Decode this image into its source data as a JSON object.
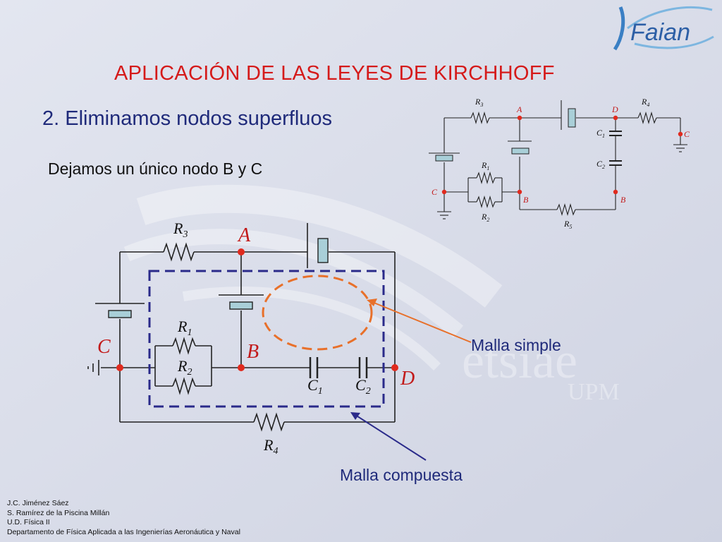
{
  "slide": {
    "title": "APLICACIÓN DE LAS LEYES DE KIRCHHOFF",
    "subtitle": "2. Eliminamos nodos superfluos",
    "lead": "Dejamos un único nodo B y C",
    "logo_text": "Faian",
    "watermark": {
      "line1": "etsiae",
      "line2": "UPM"
    }
  },
  "callouts": {
    "simple_mesh": "Malla simple",
    "compound_mesh": "Malla compuesta"
  },
  "credits": [
    "J.C. Jiménez Sáez",
    "S. Ramírez de la Piscina Millán",
    "U.D. Física II",
    "Departamento de Física Aplicada a las Ingenierías Aeronáutica y Naval"
  ],
  "main_circuit": {
    "nodes": {
      "a": "A",
      "b": "B",
      "c": "C",
      "d": "D"
    },
    "components": {
      "r1": {
        "letter": "R",
        "sub": "1"
      },
      "r2": {
        "letter": "R",
        "sub": "2"
      },
      "r3": {
        "letter": "R",
        "sub": "3"
      },
      "r4": {
        "letter": "R",
        "sub": "4"
      },
      "c1": {
        "letter": "C",
        "sub": "1"
      },
      "c2": {
        "letter": "C",
        "sub": "2"
      }
    }
  },
  "small_circuit": {
    "nodes": {
      "a": "A",
      "d": "D",
      "c_left": "C",
      "c_right": "C",
      "b_left": "B",
      "b_right": "B"
    },
    "components": {
      "r1": {
        "letter": "R",
        "sub": "1"
      },
      "r2": {
        "letter": "R",
        "sub": "2"
      },
      "r3": {
        "letter": "R",
        "sub": "3"
      },
      "r4": {
        "letter": "R",
        "sub": "4"
      },
      "r5": {
        "letter": "R",
        "sub": "5"
      },
      "c1": {
        "letter": "C",
        "sub": "1"
      },
      "c2": {
        "letter": "C",
        "sub": "2"
      }
    }
  },
  "colors": {
    "title": "#d51a1a",
    "subtitle": "#1f2a7a",
    "node_dot": "#e02a1e",
    "mesh_simple": "#e8702a",
    "mesh_compound": "#2a2a8a",
    "battery_fill": "#a9cfd8"
  },
  "icons": {
    "logo": "faian-logo",
    "battery": "battery-symbol",
    "ground": "ground-symbol",
    "resistor": "resistor-zigzag",
    "capacitor": "capacitor-plates"
  }
}
